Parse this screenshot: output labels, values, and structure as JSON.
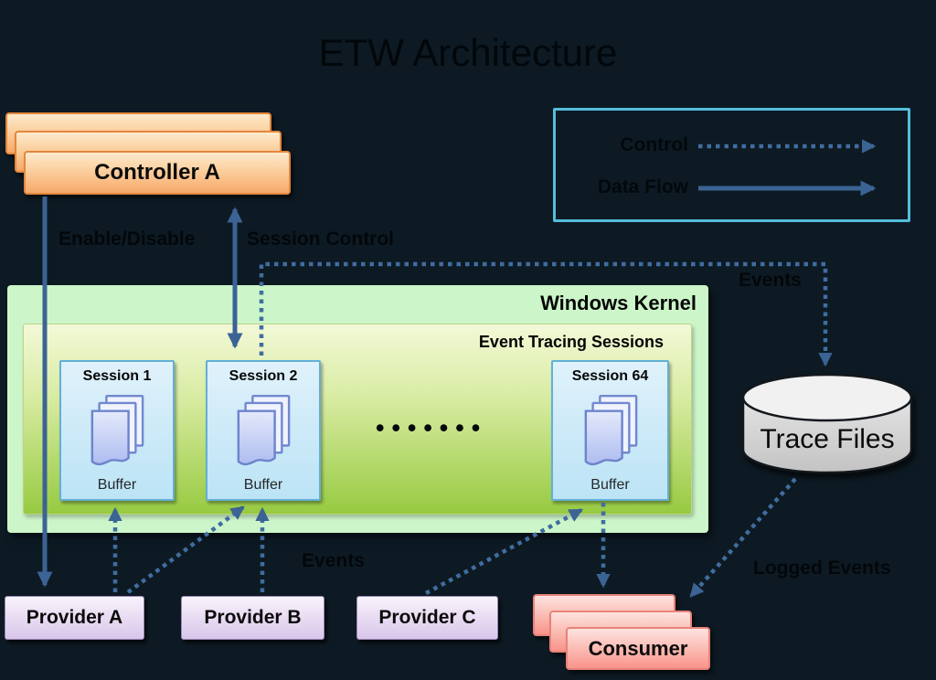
{
  "title": "ETW Architecture",
  "legend": {
    "control_label": "Control",
    "data_flow_label": "Data Flow"
  },
  "controller": {
    "label": "Controller A"
  },
  "flow_labels": {
    "enable_disable": "Enable/Disable",
    "session_control": "Session Control",
    "events_to_trace": "Events",
    "events_from_providers": "Events",
    "logged_events": "Logged Events"
  },
  "kernel": {
    "label": "Windows Kernel",
    "sessions_label": "Event Tracing Sessions",
    "sessions": [
      {
        "name": "Session 1",
        "buffer": "Buffer"
      },
      {
        "name": "Session 2",
        "buffer": "Buffer"
      },
      {
        "name": "Session 64",
        "buffer": "Buffer"
      }
    ],
    "ellipsis_dots": "•••••••"
  },
  "providers": [
    "Provider A",
    "Provider B",
    "Provider C"
  ],
  "consumer": {
    "label": "Consumer"
  },
  "trace_files": {
    "label": "Trace Files"
  },
  "colors": {
    "background": "#0d1a23",
    "arrow_solid": "#3b6394",
    "arrow_dotted": "#406da0",
    "legend_border": "#54bedd"
  }
}
